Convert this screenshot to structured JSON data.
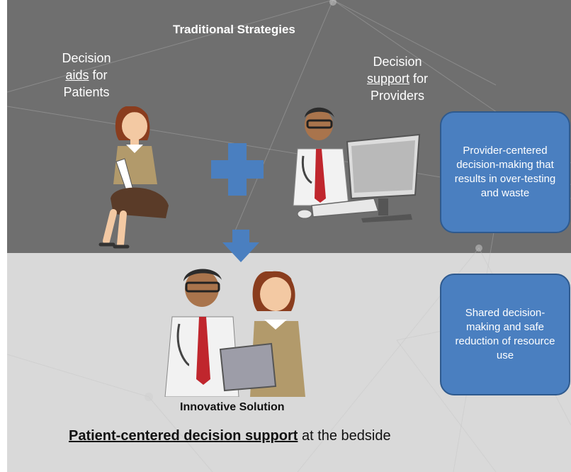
{
  "header": {
    "title": "Traditional Strategies"
  },
  "patients_label": {
    "line1": "Decision",
    "underlined": "aids",
    "rest": " for",
    "line3": "Patients"
  },
  "providers_label": {
    "line1": "Decision",
    "underlined": "support",
    "rest": " for",
    "line3": "Providers"
  },
  "top_box": {
    "text": "Provider-centered decision-making that results in over-testing and waste"
  },
  "bottom_box": {
    "text": "Shared decision-making and safe reduction of resource use"
  },
  "innovation": {
    "label": "Innovative Solution"
  },
  "footer": {
    "emphasis": "Patient-centered decision support",
    "rest": "at the bedside"
  },
  "colors": {
    "top_panel": "#6f6f6f",
    "bottom_panel": "#d9d9d9",
    "accent_blue": "#4a7fc0",
    "box_border": "#2f5a8e"
  }
}
